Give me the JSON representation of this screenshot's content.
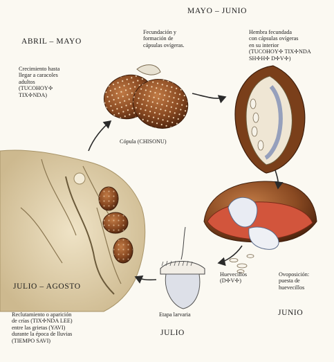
{
  "months": {
    "mayo_junio": "MAYO – JUNIO",
    "abril_mayo": "ABRIL – MAYO",
    "julio_agosto": "JULIO – AGOSTO",
    "junio": "JUNIO",
    "julio": "JULIO"
  },
  "labels": {
    "fecundacion": "Fecundación y\nformación de\ncápsulas ovígeras.",
    "hembra": "Hembra fecundada\ncon cápsulas ovígeras\nen su interior\n(TUCOHOY✢ TIX✢NDA\nSH✢H✢ D✢V✢)",
    "crecimiento": "Crecimiento hasta\nllegar a caracoles\nadultos\n(TUCOHOY✢\nTIX✢NDA)",
    "copula": "Cópula (CHISONU)",
    "ovoposicion": "Ovoposición:\npuesta de\nhuevecillos",
    "huevecillos": "Huevecillos\n(D✢V✢)",
    "etapa_larvaria": "Etapa larvaria",
    "reclutamiento": "Reclutamiento o aparición\nde crías (TIX✢NDA LEE)\nentre las grietas (YAVI)\ndurante la época de lluvias\n(TIEMPO SAVI)"
  },
  "colors": {
    "shell_brown": "#8a4a22",
    "shell_dark": "#5a2c12",
    "flesh_red": "#d2553c",
    "rock": "#e2d3b0",
    "arrow": "#2a2a2a"
  }
}
